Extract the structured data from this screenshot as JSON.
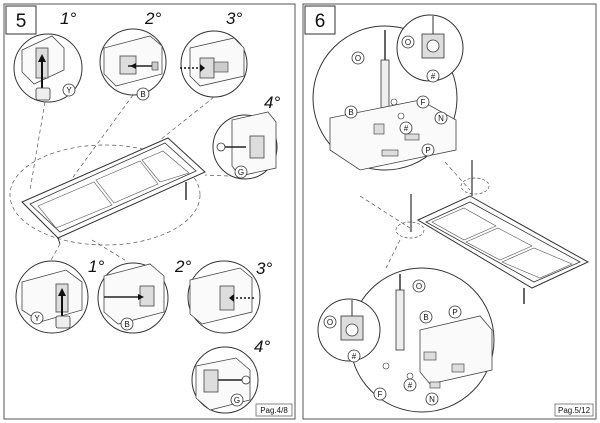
{
  "panels": [
    {
      "step": "5",
      "page_label": "Pag.4/8",
      "top_sequence": [
        "1°",
        "2°",
        "3°",
        "4°"
      ],
      "bottom_sequence": [
        "1°",
        "2°",
        "3°",
        "4°"
      ],
      "parts": {
        "clip": "Y",
        "bolt": "B",
        "washer_grip": "G"
      }
    },
    {
      "step": "6",
      "page_label": "Pag.5/12",
      "parts": {
        "gas_spring": "O",
        "bolt": "B",
        "nut": "F",
        "hash": "#",
        "pin": "N",
        "bushing": "P"
      }
    }
  ]
}
